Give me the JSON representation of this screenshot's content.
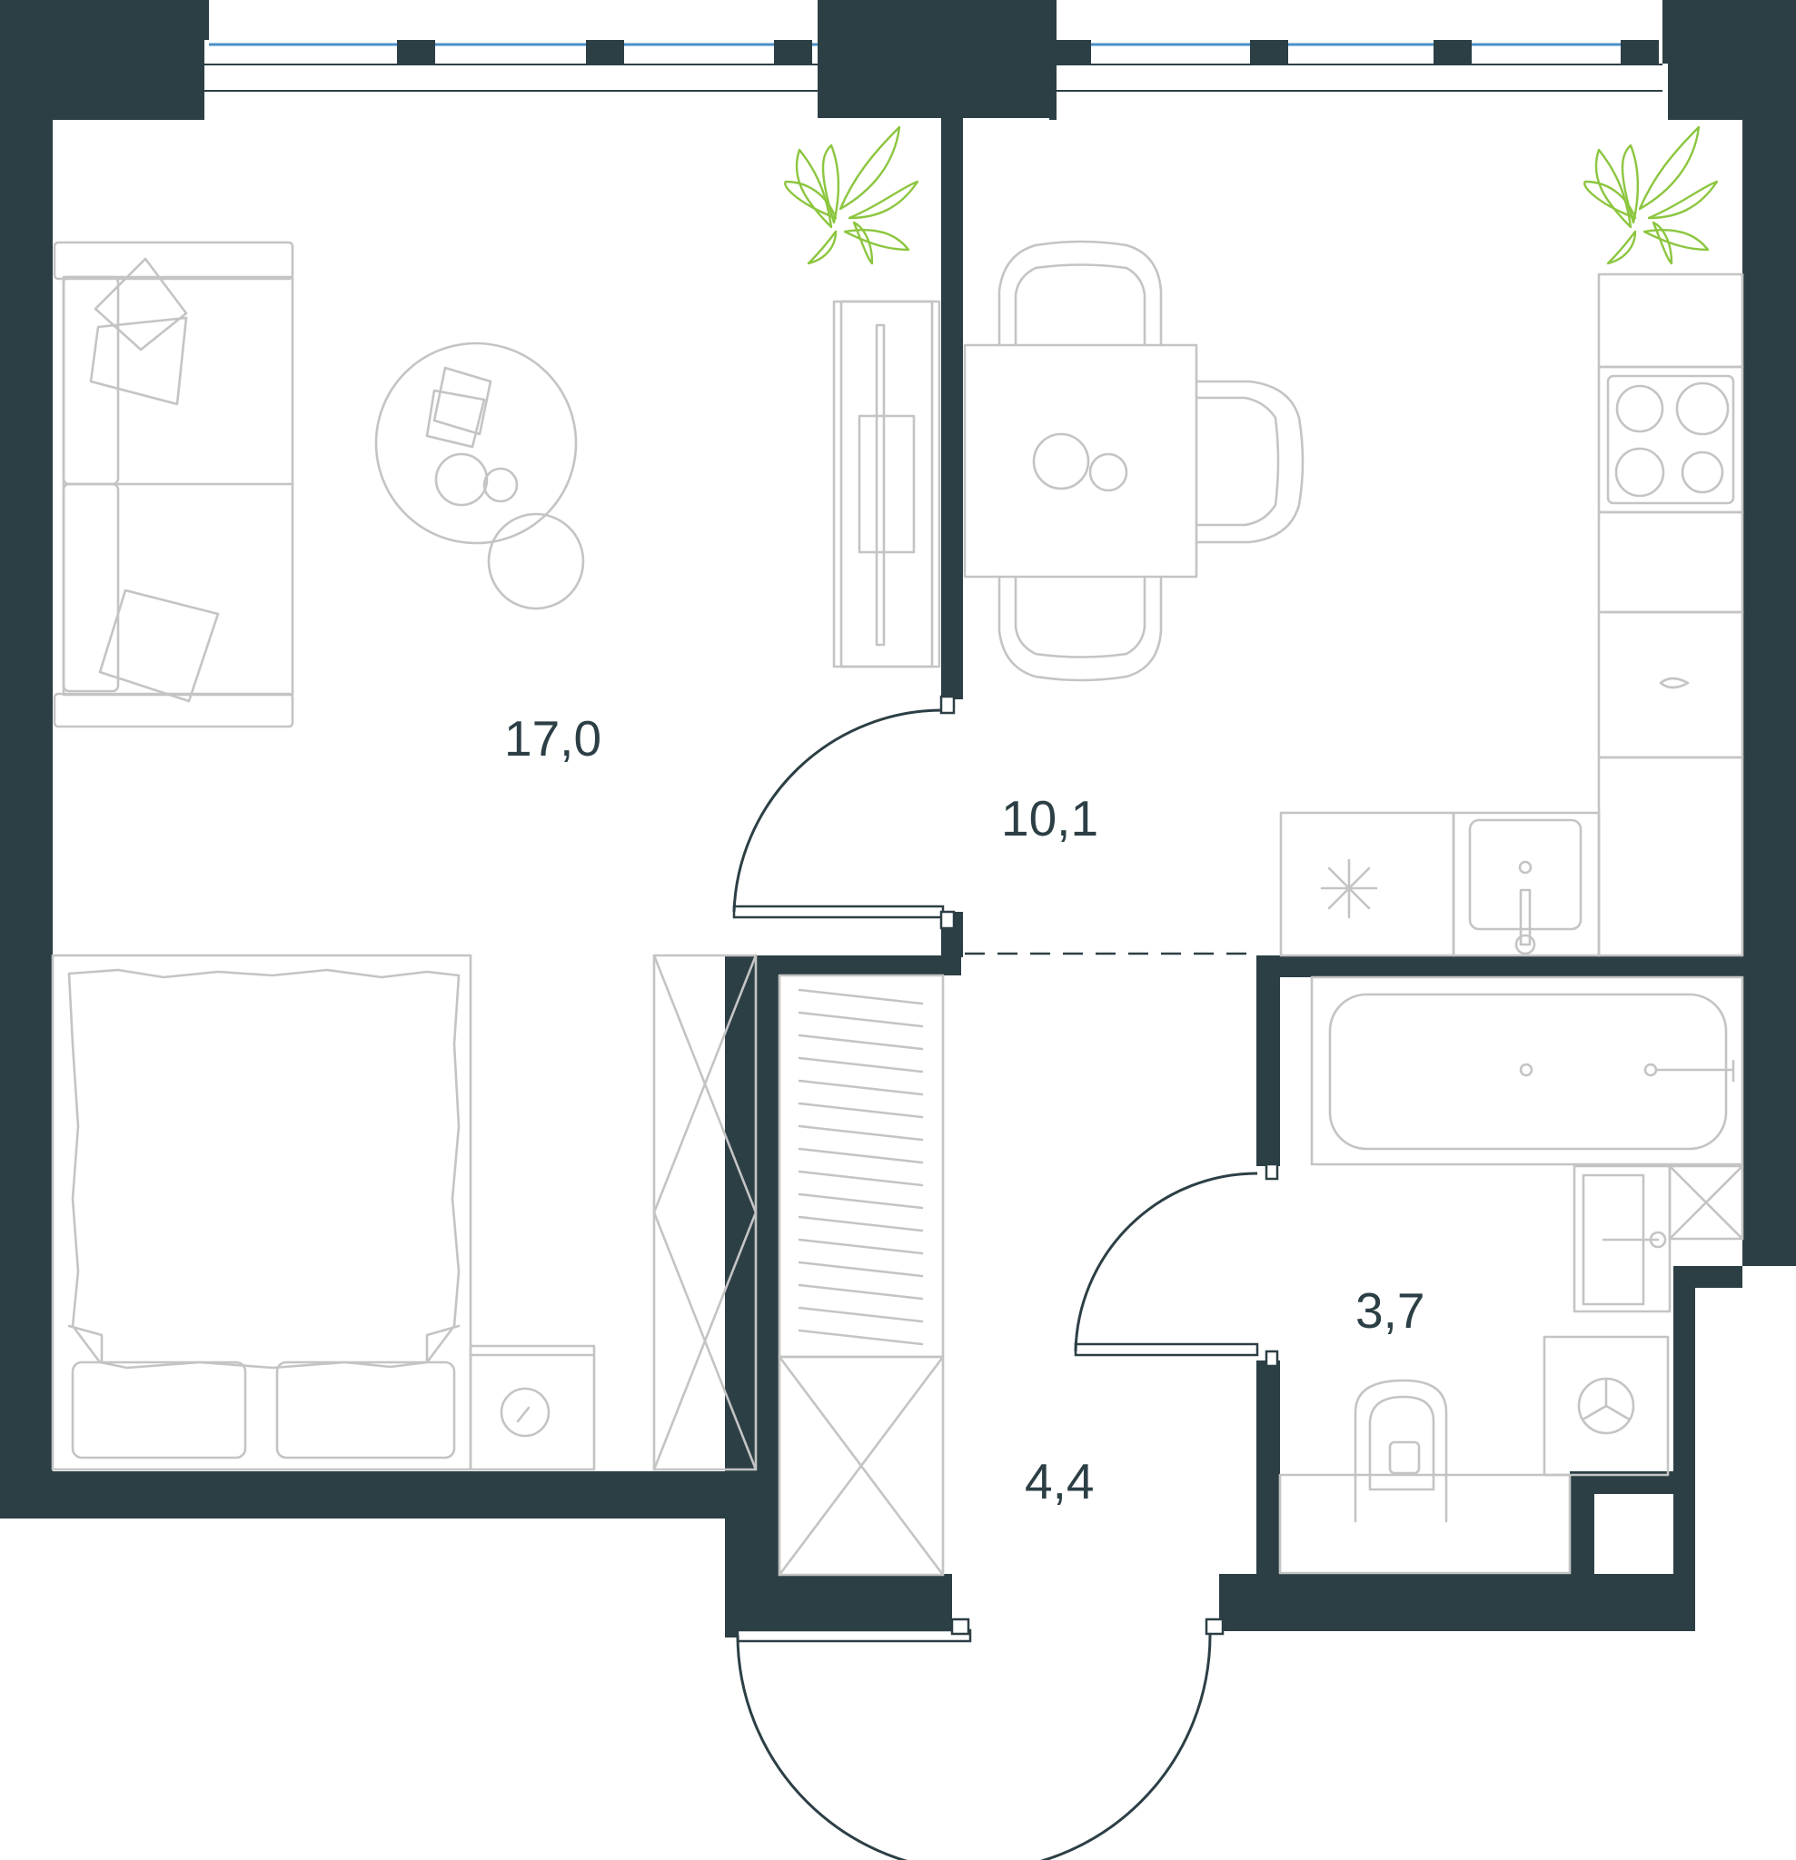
{
  "rooms": [
    {
      "id": "living",
      "area": "17,0"
    },
    {
      "id": "kitchen",
      "area": "10,1"
    },
    {
      "id": "hall",
      "area": "4,4"
    },
    {
      "id": "bath",
      "area": "3,7"
    }
  ],
  "colors": {
    "wall": "#2c3f45",
    "furniture": "#c4c4c4",
    "plant": "#8cc63f",
    "glass": "#4a90c8"
  }
}
